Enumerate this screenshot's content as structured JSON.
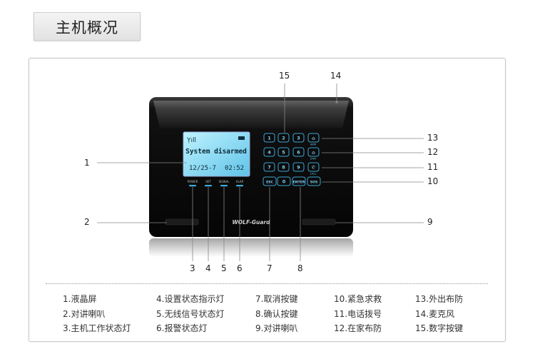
{
  "title": "主机概况",
  "device": {
    "lcd_line1": "System disarmed",
    "lcd_date": "12/25-7",
    "lcd_time": "02:52",
    "brand": "WOLF-Guard",
    "led_labels": [
      "POWER",
      "SET",
      "SIGNAL",
      "ALAR"
    ],
    "keys": [
      [
        "1",
        "2",
        "3",
        "⌂"
      ],
      [
        "4",
        "5",
        "6",
        "⌂"
      ],
      [
        "7",
        "8",
        "9",
        "✆"
      ],
      [
        "ESC",
        "0",
        "ENTER",
        "SOS"
      ]
    ],
    "key_sublabels": [
      "ARM",
      "STAY",
      "CALL"
    ]
  },
  "callouts": {
    "c1": "1",
    "c2": "2",
    "c3": "3",
    "c4": "4",
    "c5": "5",
    "c6": "6",
    "c7": "7",
    "c8": "8",
    "c9": "9",
    "c10": "10",
    "c11": "11",
    "c12": "12",
    "c13": "13",
    "c14": "14",
    "c15": "15"
  },
  "legend": [
    [
      "1.液晶屏",
      "2.对讲喇叭",
      "3.主机工作状态灯"
    ],
    [
      "4.设置状态指示灯",
      "5.无线信号状态灯",
      "6.报警状态灯"
    ],
    [
      "7.取消按键",
      "8.确认按键",
      "9.对讲喇叭"
    ],
    [
      "10.紧急求救",
      "11.电话拨号",
      "12.在家布防"
    ],
    [
      "13.外出布防",
      "14.麦克风",
      "15.数字按键"
    ]
  ]
}
